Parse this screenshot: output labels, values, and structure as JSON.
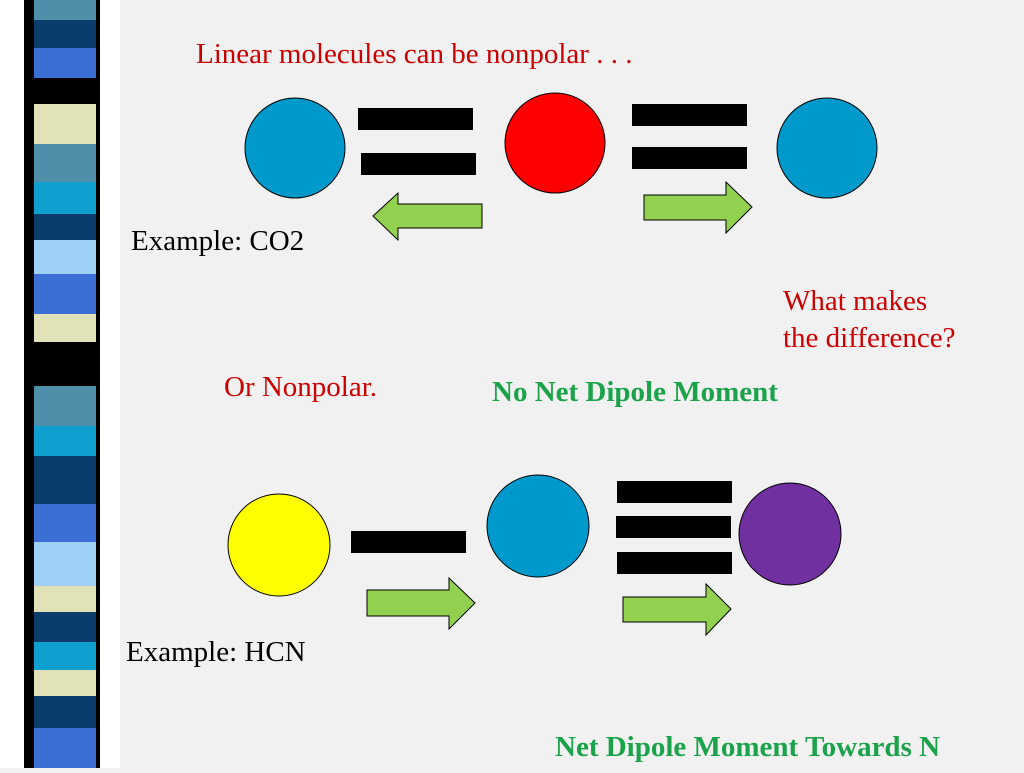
{
  "title": "Linear molecules can be nonpolar . . .",
  "co2_example": "Example:  CO2",
  "question_line1": "What makes",
  "question_line2": "the difference?",
  "or_nonpolar": "Or Nonpolar.",
  "no_net_dipole": "No Net Dipole Moment",
  "hcn_example": "Example:  HCN",
  "net_dipole": "Net Dipole Moment Towards N",
  "colors": {
    "text_red": "#cc0000",
    "text_green": "#1aa34a",
    "atom_blue": "#0099cc",
    "atom_red": "#ff0000",
    "atom_yellow": "#ffff00",
    "atom_purple": "#7030a0",
    "arrow_green": "#92d050",
    "bond_black": "#000000"
  },
  "molecules": [
    {
      "name": "CO2",
      "atoms": [
        "blue",
        "red",
        "blue"
      ],
      "bond_orders": [
        2,
        2
      ],
      "dipole_arrows": [
        "left",
        "right"
      ],
      "net_dipole": "none"
    },
    {
      "name": "HCN",
      "atoms": [
        "yellow",
        "blue",
        "purple"
      ],
      "bond_orders": [
        1,
        3
      ],
      "dipole_arrows": [
        "right",
        "right"
      ],
      "net_dipole": "towards N"
    }
  ]
}
